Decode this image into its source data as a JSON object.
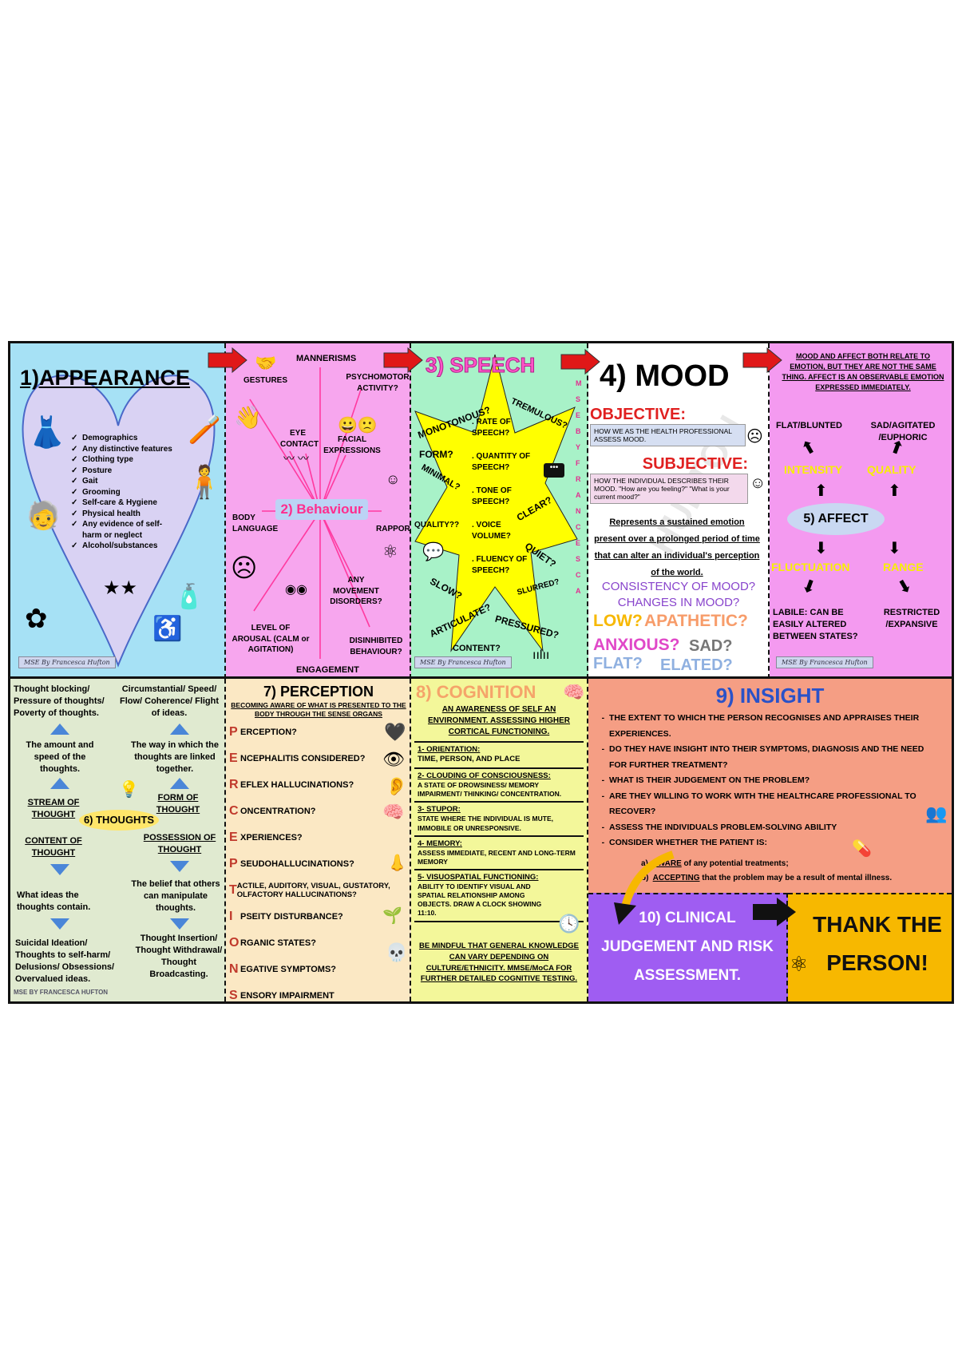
{
  "appearance": {
    "title": "1)APPEARANCE",
    "items": [
      "Demographics",
      "Any distinctive features",
      "Clothing type",
      "Posture",
      "Gait",
      "Grooming",
      "Self-care & Hygiene",
      "Physical health",
      "Any evidence of self-harm or neglect",
      "Alcohol/substances"
    ],
    "signature": "MSE By Francesca Hufton"
  },
  "behaviour": {
    "title": "2) Behaviour",
    "labels": {
      "gestures": "GESTURES",
      "mannerisms": "MANNERISMS",
      "psychomotor": "PSYCHOMOTOR ACTIVITY?",
      "eye_contact": "EYE CONTACT",
      "facial": "FACIAL EXPRESSIONS",
      "body_language": "BODY LANGUAGE",
      "rapport": "RAPPORT",
      "movement": "ANY MOVEMENT DISORDERS?",
      "arousal": "LEVEL OF AROUSAL (CALM or AGITATION)",
      "disinhibited": "DISINHIBITED BEHAVIOUR?",
      "engagement": "ENGAGEMENT"
    }
  },
  "speech": {
    "title": "3) SPEECH",
    "center": [
      ". RATE OF SPEECH?",
      ". QUANTITY OF SPEECH?",
      ". TONE OF SPEECH?",
      ". VOICE VOLUME?",
      ". FLUENCY OF SPEECH?"
    ],
    "words": {
      "monotonous": "MONOTONOUS?",
      "tremulous": "TREMULOUS?",
      "form": "FORM?",
      "minimal": "MINIMAL?",
      "clear": "CLEAR?",
      "quality": "QUALITY??",
      "quiet": "QUIET?",
      "slow": "SLOW?",
      "slurred": "SLURRED?",
      "articulate": "ARTICULATE?",
      "pressured": "PRESSURED?",
      "content": "CONTENT?"
    },
    "side_text": "MSE BY FRANCESCA",
    "signature": "MSE By Francesca Hufton"
  },
  "mood": {
    "title": "4) MOOD",
    "objective": "OBJECTIVE:",
    "objective_text": "HOW WE AS THE HEALTH PROFESSIONAL ASSESS MOOD.",
    "subjective": "SUBJECTIVE:",
    "subjective_text": "HOW THE INDIVIDUAL DESCRIBES THEIR MOOD. \"How are you feeling?\" \"What is your current mood?\"",
    "definition": "Represents a sustained emotion present over a prolonged period of time that can alter an individual's perception of the world.",
    "q1": "CONSISTENCY OF MOOD?",
    "q2": "CHANGES IN MOOD?",
    "low": "LOW?",
    "apathetic": "APATHETIC?",
    "anxious": "ANXIOUS?",
    "sad": "SAD?",
    "flat": "FLAT?",
    "elated": "ELATED?",
    "watermark": "HUFTON"
  },
  "affect": {
    "intro": "MOOD AND AFFECT BOTH RELATE TO EMOTION, BUT THEY ARE NOT THE SAME THING. AFFECT IS AN OBSERVABLE EMOTION EXPRESSED IMMEDIATELY.",
    "flat": "FLAT/BLUNTED",
    "sad": "SAD/AGITATED /EUPHORIC",
    "intensity": "INTENSITY",
    "quality": "QUALITY",
    "title": "5) AFFECT",
    "fluctuation": "FLUCTUATION",
    "range": "RANGE",
    "labile": "LABILE: CAN BE EASILY ALTERED BETWEEN STATES?",
    "restricted": "RESTRICTED /EXPANSIVE",
    "signature": "MSE By Francesca Hufton"
  },
  "thoughts": {
    "tl": "Thought blocking/ Pressure of thoughts/ Poverty of thoughts.",
    "tr": "Circumstantial/ Speed/ Flow/ Coherence/ Flight of ideas.",
    "ml": "The amount and speed of the thoughts.",
    "mr": "The way in which the thoughts are linked together.",
    "stream": "STREAM OF THOUGHT",
    "form": "FORM OF THOUGHT",
    "title": "6) THOUGHTS",
    "content": "CONTENT OF THOUGHT",
    "possession": "POSSESSION OF THOUGHT",
    "ideas": "What ideas the thoughts contain.",
    "belief": "The belief that others can manipulate thoughts.",
    "bl": "Suicidal Ideation/ Thoughts to self-harm/ Delusions/ Obsessions/ Overvalued ideas.",
    "br": "Thought Insertion/ Thought Withdrawal/ Thought Broadcasting.",
    "signature": "MSE BY FRANCESCA HUFTON"
  },
  "perception": {
    "title": "7) PERCEPTION",
    "subtitle": "BECOMING AWARE OF WHAT IS PRESENTED TO THE BODY THROUGH THE SENSE ORGANS",
    "rows": [
      {
        "letter": "P",
        "text": "ERCEPTION?"
      },
      {
        "letter": "E",
        "text": "NCEPHALITIS CONSIDERED?"
      },
      {
        "letter": "R",
        "text": "EFLEX HALLUCINATIONS?"
      },
      {
        "letter": "C",
        "text": "ONCENTRATION?"
      },
      {
        "letter": "E",
        "text": "XPERIENCES?"
      },
      {
        "letter": "P",
        "text": "SEUDOHALLUCINATIONS?"
      },
      {
        "letter": "T",
        "text": "ACTILE, AUDITORY, VISUAL, GUSTATORY, OLFACTORY HALLUCINATIONS?"
      },
      {
        "letter": "I",
        "text": "PSEITY DISTURBANCE?"
      },
      {
        "letter": "O",
        "text": "RGANIC STATES?"
      },
      {
        "letter": "N",
        "text": "EGATIVE SYMPTOMS?"
      },
      {
        "letter": "S",
        "text": "ENSORY IMPAIRMENT"
      }
    ]
  },
  "cognition": {
    "title": "8) COGNITION",
    "intro": "AN AWARENESS OF SELF AN ENVIRONMENT. ASSESSING HIGHER CORTICAL FUNCTIONING.",
    "items": [
      {
        "head": "1- ORIENTATION:",
        "body": "TIME, PERSON, AND PLACE"
      },
      {
        "head": "2- CLOUDING OF CONSCIOUSNESS:",
        "body": "A STATE OF DROWSINESS/ MEMORY IMPAIRMENT/ THINKING/ CONCENTRATION."
      },
      {
        "head": "3- STUPOR:",
        "body": "STATE WHERE THE INDIVIDUAL IS MUTE, IMMOBILE OR UNRESPONSIVE."
      },
      {
        "head": "4- MEMORY:",
        "body": "ASSESS IMMEDIATE, RECENT AND LONG-TERM MEMORY"
      },
      {
        "head": "5- VISUOSPATIAL FUNCTIONING:",
        "body": "ABILITY TO IDENTIFY VISUAL AND SPATIAL RELATIONSHIP AMONG OBJECTS. DRAW A CLOCK SHOWING 11:10."
      }
    ],
    "footer": "BE MINDFUL THAT GENERAL KNOWLEDGE CAN VARY DEPENDING ON CULTURE/ETHNICITY. MMSE/MoCA FOR FURTHER DETAILED COGNITIVE TESTING."
  },
  "insight": {
    "title": "9) INSIGHT",
    "points": [
      "THE EXTENT TO WHICH THE PERSON RECOGNISES AND APPRAISES THEIR EXPERIENCES.",
      "DO THEY HAVE INSIGHT INTO THEIR SYMPTOMS, DIAGNOSIS AND THE NEED FOR FURTHER TREATMENT?",
      "WHAT IS THEIR JUDGEMENT ON THE PROBLEM?",
      "ARE THEY WILLING TO WORK WITH THE HEALTHCARE PROFESSIONAL TO RECOVER?",
      "ASSESS THE INDIVIDUALS PROBLEM-SOLVING ABILITY",
      "CONSIDER WHETHER THE PATIENT IS:"
    ],
    "sub_a_key": "AWARE",
    "sub_a_rest": " of any potential treatments;",
    "sub_b_key": "ACCEPTING",
    "sub_b_rest": " that the problem may be a result of mental illness."
  },
  "clinical": {
    "title": "10) CLINICAL JUDGEMENT AND RISK ASSESSMENT."
  },
  "thank": {
    "title": "THANK THE PERSON!"
  },
  "colors": {
    "appearance_bg": "#a6e1f5",
    "heart": "#d9d2f3",
    "behaviour_bg": "#f7a6ee",
    "speech_bg": "#a8f2c8",
    "star": "#ffff00",
    "affect_bg": "#f49af0",
    "thoughts_bg": "#e0ead0",
    "perception_bg": "#fbe8c4",
    "cognition_bg": "#f3f79a",
    "insight_bg": "#f59e84",
    "clinical_bg": "#9f5df2",
    "thank_bg": "#f7b800"
  }
}
